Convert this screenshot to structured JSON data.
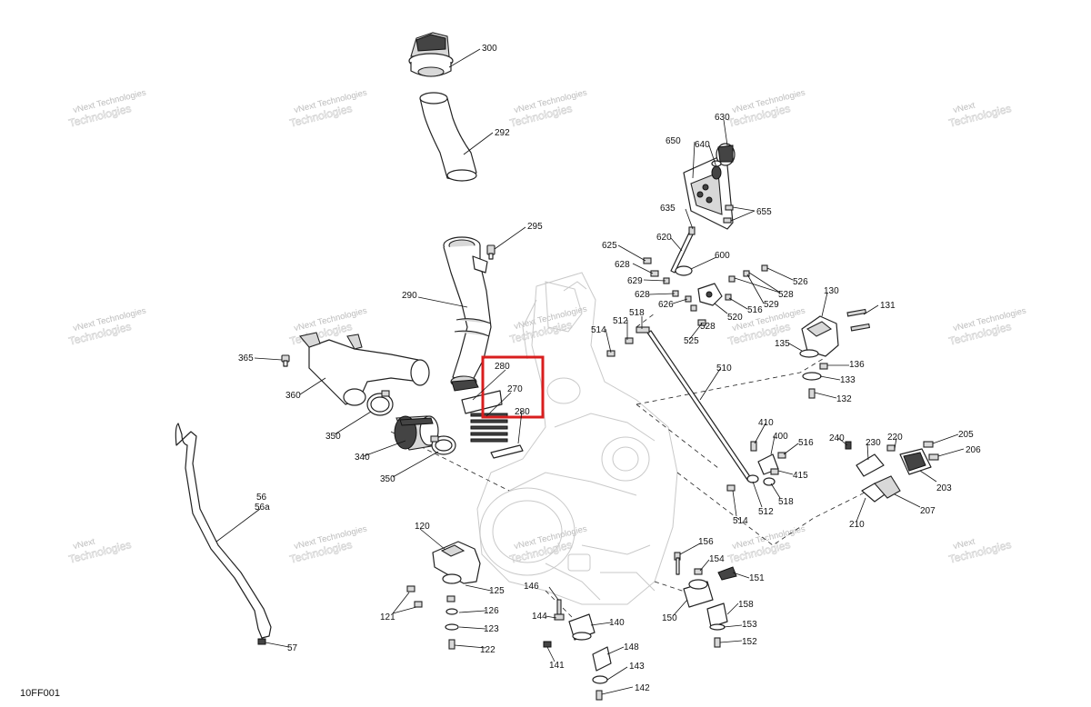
{
  "reference_code": "10FF001",
  "watermark_text": [
    "vNext Technologies",
    "vNext",
    "Technologies"
  ],
  "highlight": {
    "color": "#d81e1e"
  },
  "callouts": {
    "c300": "300",
    "c292": "292",
    "c295": "295",
    "c290": "290",
    "c365": "365",
    "c360": "360",
    "c350a": "350",
    "c340": "340",
    "c350b": "350",
    "c280a": "280",
    "c270": "270",
    "c280b": "280",
    "c56": "56",
    "c56a": "56a",
    "c57": "57",
    "c120": "120",
    "c125": "125",
    "c126": "126",
    "c121": "121",
    "c123": "123",
    "c122": "122",
    "c146": "146",
    "c144": "144",
    "c140": "140",
    "c148": "148",
    "c141": "141",
    "c143": "143",
    "c142": "142",
    "c156": "156",
    "c154": "154",
    "c151": "151",
    "c150": "150",
    "c158": "158",
    "c153": "153",
    "c152": "152",
    "c630": "630",
    "c650": "650",
    "c640": "640",
    "c635": "635",
    "c655": "655",
    "c625": "625",
    "c620": "620",
    "c628a": "628",
    "c600": "600",
    "c629": "629",
    "c628b": "628",
    "c626": "626",
    "c528a": "528",
    "c520": "520",
    "c516a": "516",
    "c529": "529",
    "c528b": "528",
    "c526": "526",
    "c514a": "514",
    "c512a": "512",
    "c518a": "518",
    "c525": "525",
    "c510": "510",
    "c410": "410",
    "c400": "400",
    "c516b": "516",
    "c415": "415",
    "c518b": "518",
    "c514b": "514",
    "c512b": "512",
    "c130": "130",
    "c131": "131",
    "c135": "135",
    "c136": "136",
    "c133": "133",
    "c132": "132",
    "c240": "240",
    "c230": "230",
    "c220": "220",
    "c205": "205",
    "c206": "206",
    "c203": "203",
    "c210": "210",
    "c207": "207"
  }
}
